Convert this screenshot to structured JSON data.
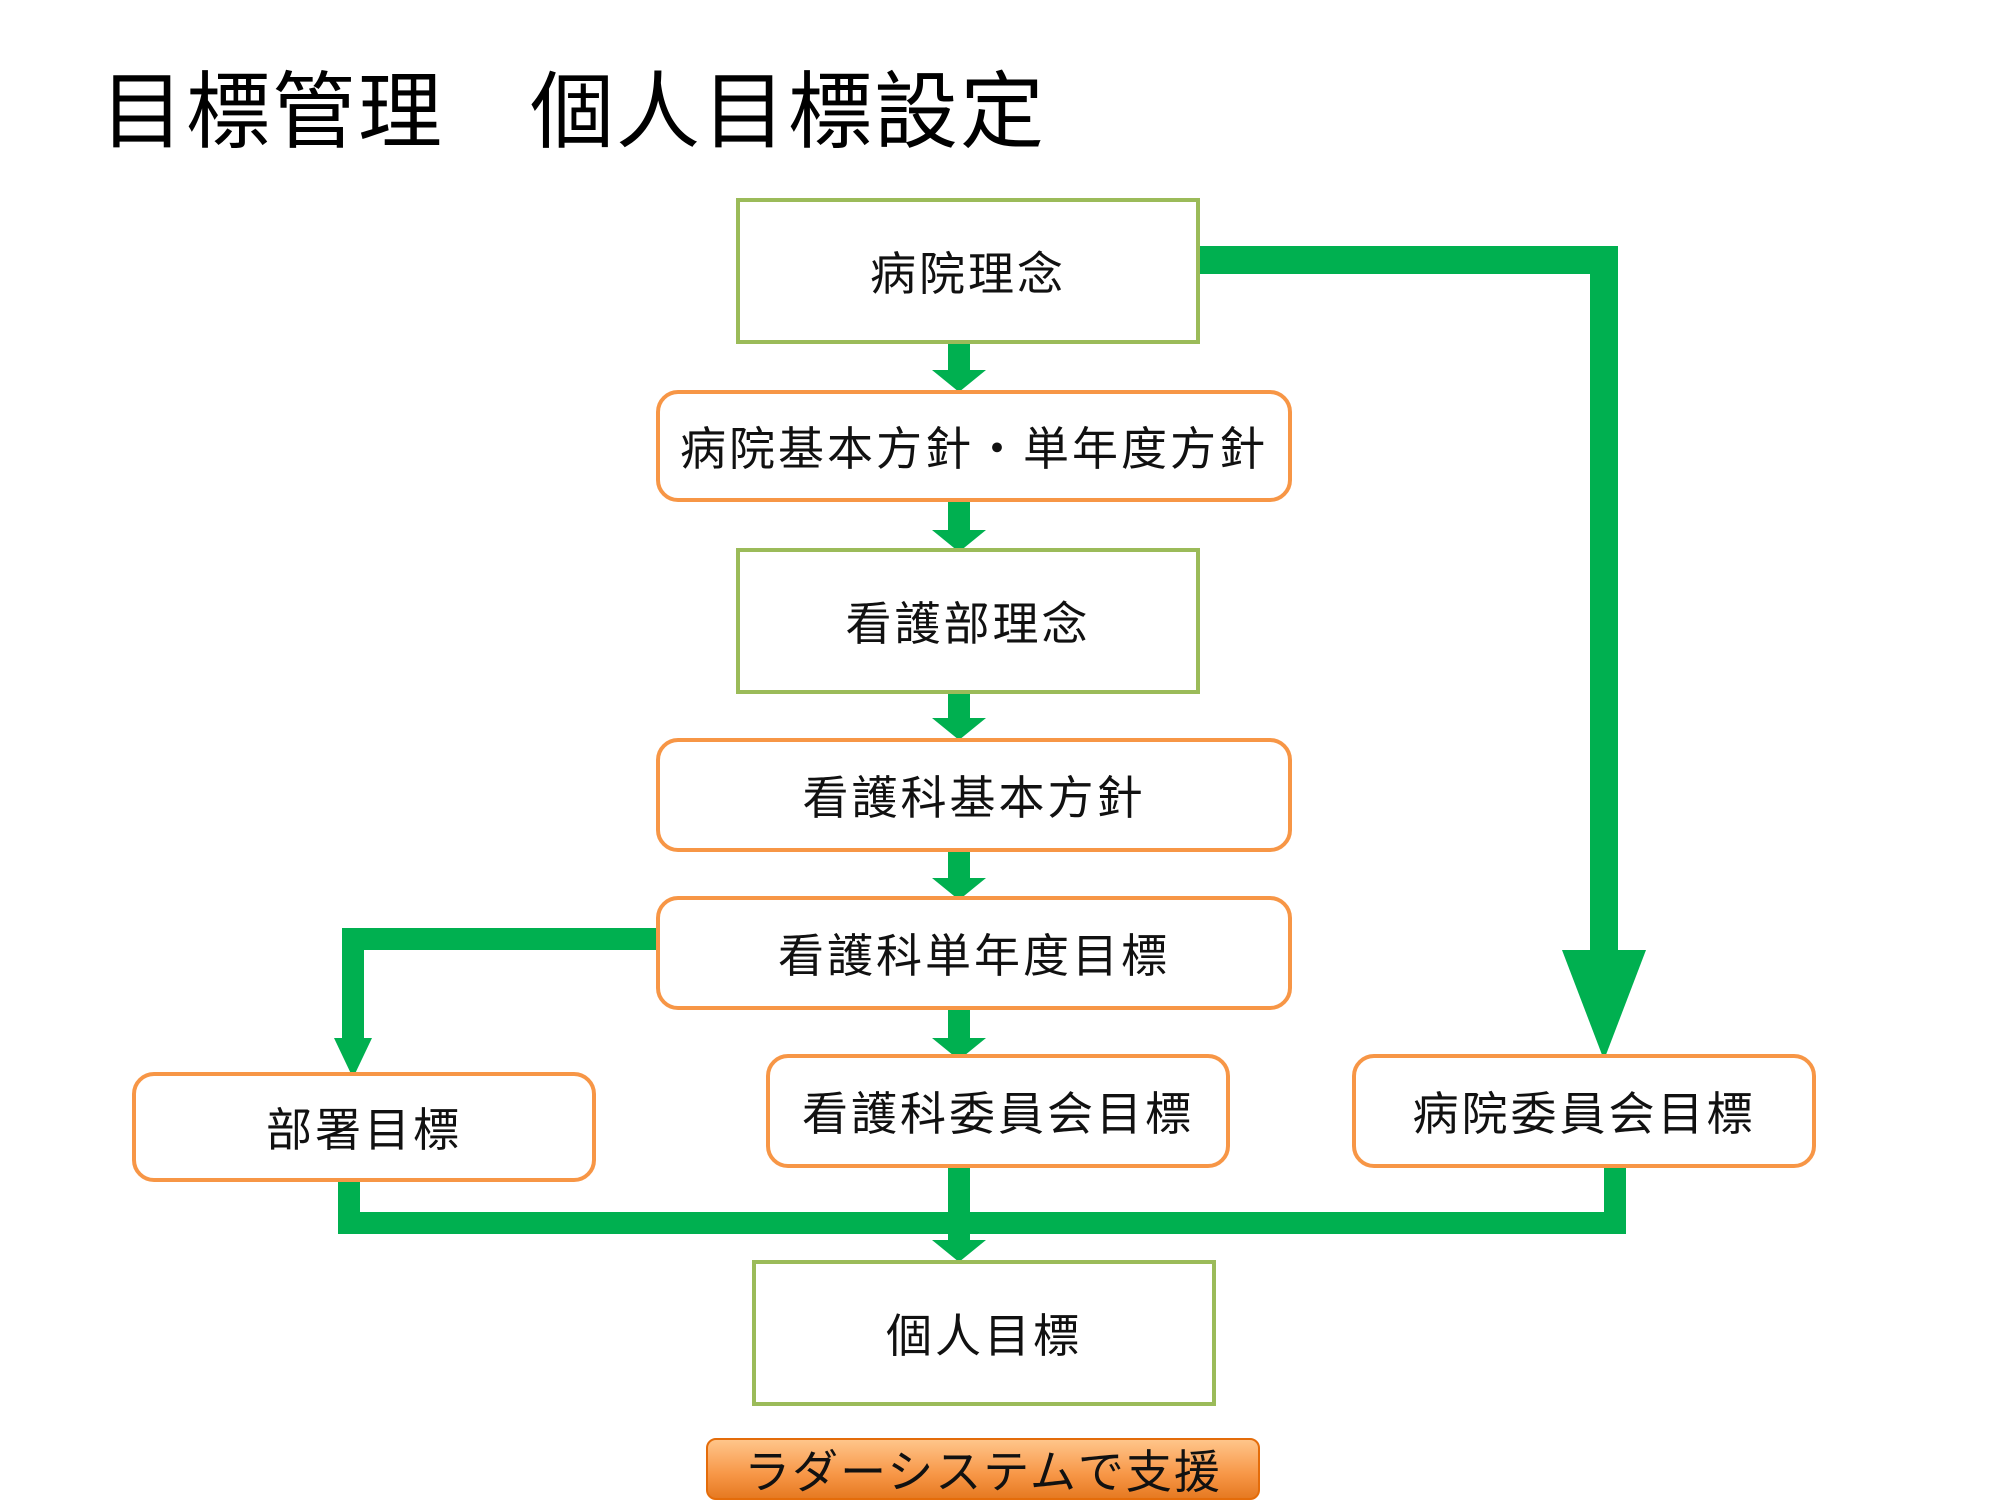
{
  "title": "目標管理　個人目標設定",
  "nodes": {
    "hospital_philosophy": "病院理念",
    "hospital_policy": "病院基本方針・単年度方針",
    "nursing_philosophy": "看護部理念",
    "nursing_policy": "看護科基本方針",
    "nursing_annual_goal": "看護科単年度目標",
    "department_goal": "部署目標",
    "nursing_committee_goal": "看護科委員会目標",
    "hospital_committee_goal": "病院委員会目標",
    "personal_goal": "個人目標"
  },
  "support_label": "ラダーシステムで支援",
  "colors": {
    "arrow": "#00b050",
    "green_border": "#9bbb59",
    "orange_border": "#f79646"
  }
}
